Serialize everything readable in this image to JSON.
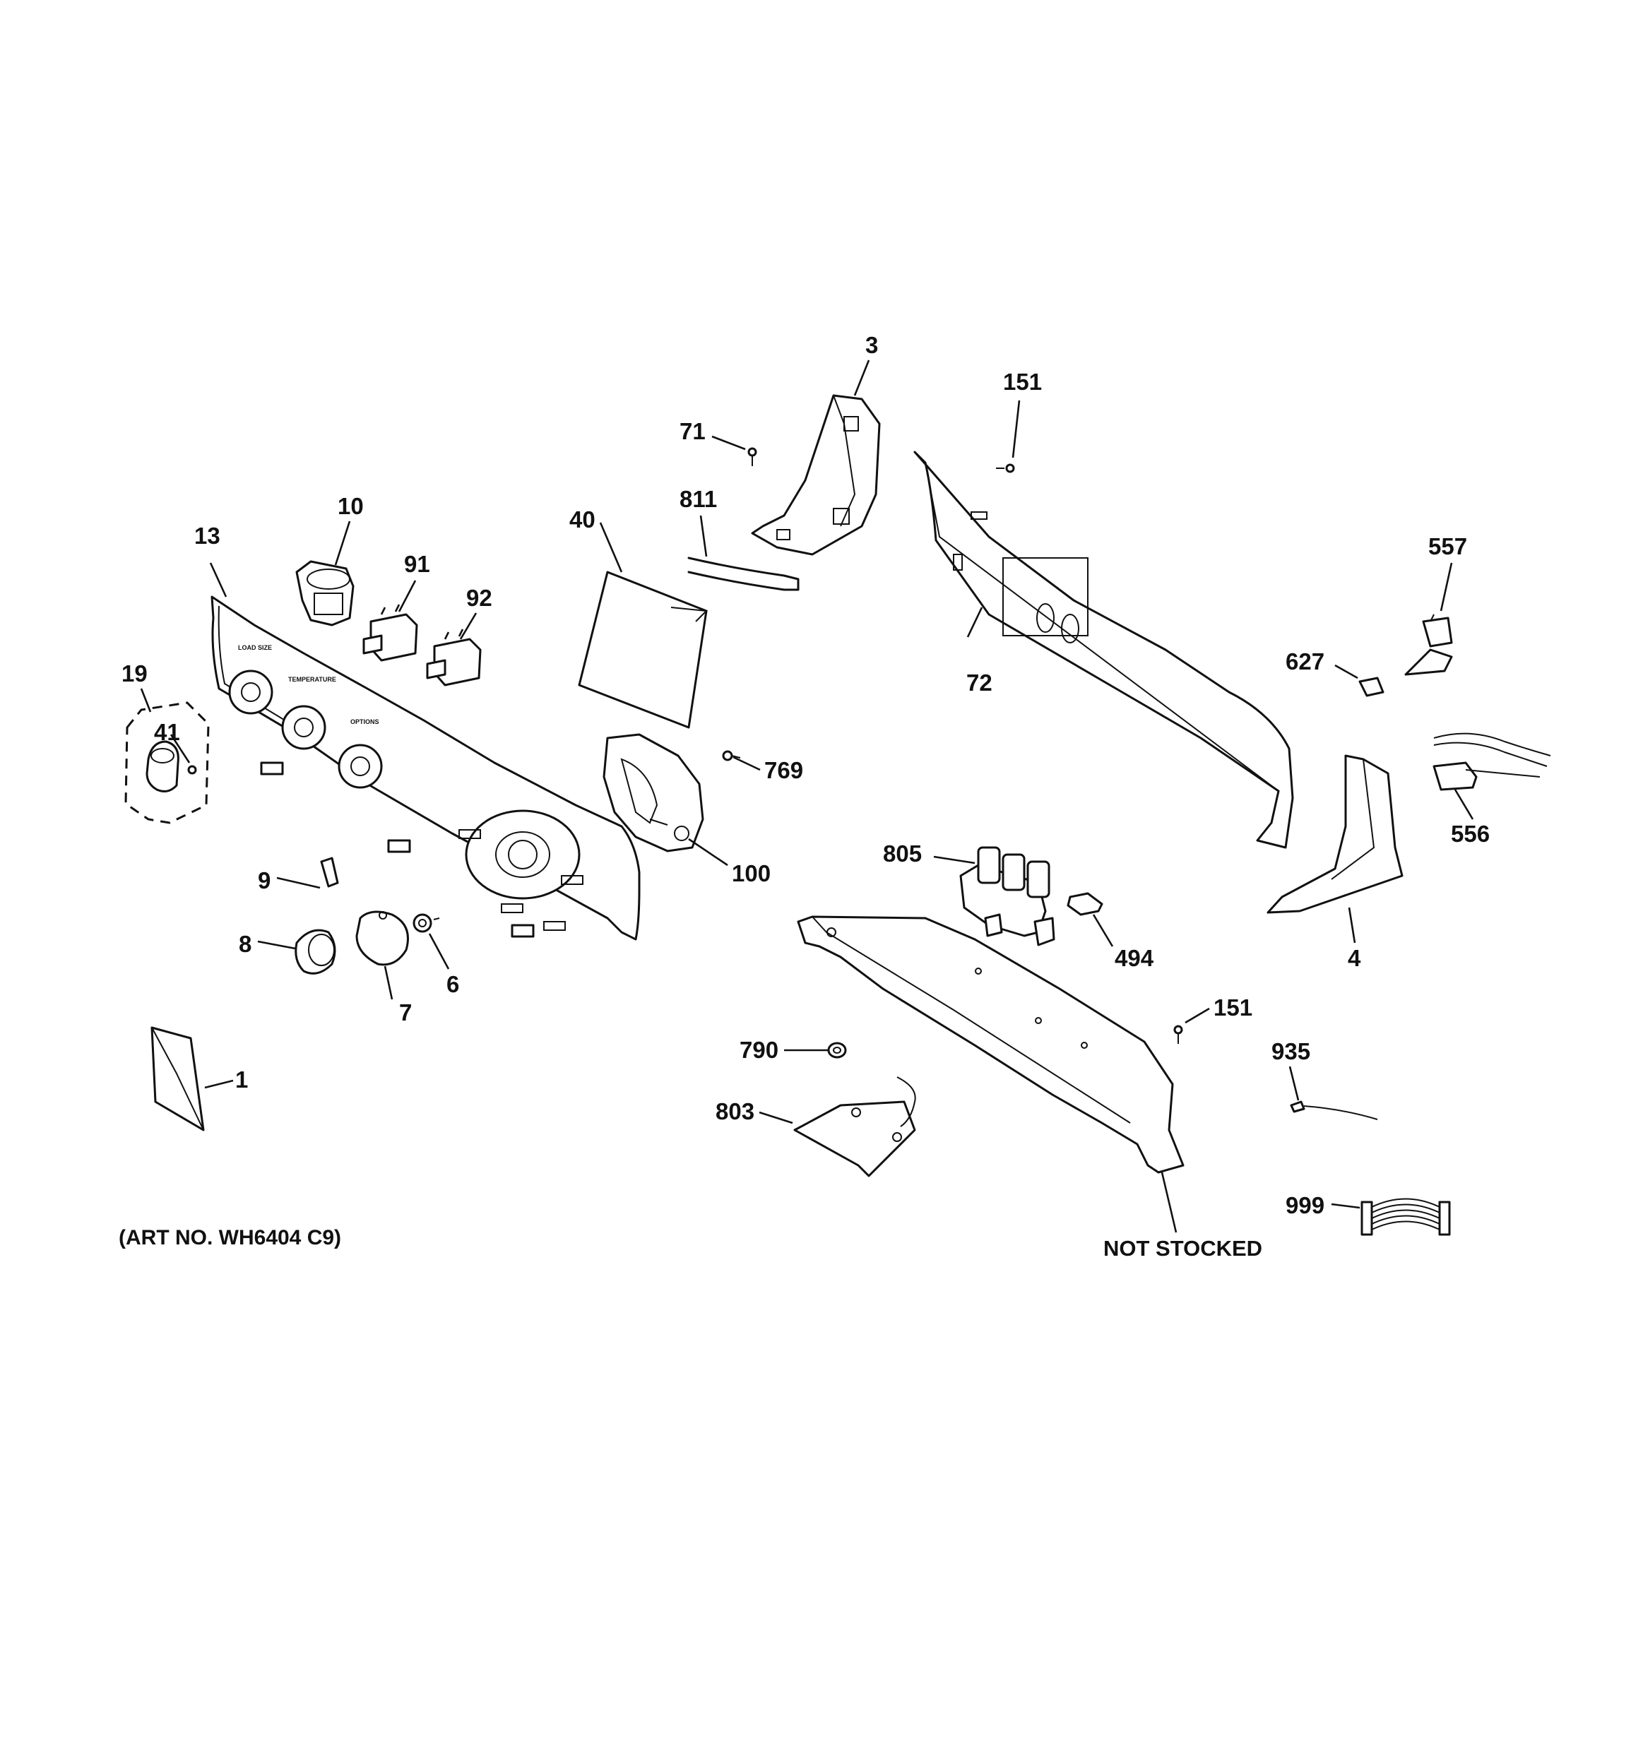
{
  "diagram": {
    "art_number": "(ART NO. WH6404 C9)",
    "not_stocked": "NOT STOCKED",
    "callouts": {
      "p1": "1",
      "p3": "3",
      "p4": "4",
      "p6": "6",
      "p7": "7",
      "p8": "8",
      "p9": "9",
      "p10": "10",
      "p13": "13",
      "p19": "19",
      "p40": "40",
      "p41": "41",
      "p71": "71",
      "p72": "72",
      "p91": "91",
      "p92": "92",
      "p100": "100",
      "p151a": "151",
      "p151b": "151",
      "p494": "494",
      "p556": "556",
      "p557": "557",
      "p627": "627",
      "p769": "769",
      "p790": "790",
      "p803": "803",
      "p805": "805",
      "p811": "811",
      "p935": "935",
      "p999": "999"
    }
  }
}
